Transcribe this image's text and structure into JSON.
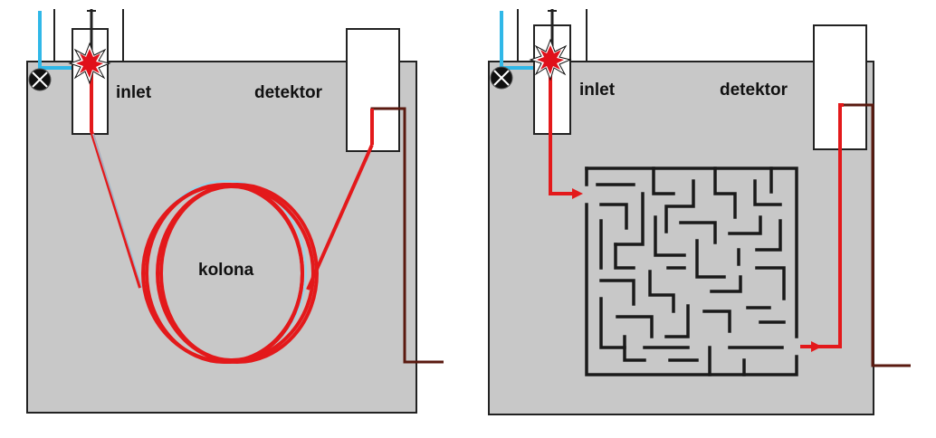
{
  "left_panel": {
    "inlet_label": "inlet",
    "detector_label": "detektor",
    "column_label": "kolona"
  },
  "right_panel": {
    "inlet_label": "inlet",
    "detector_label": "detektor"
  },
  "colors": {
    "oven": "#c8c8c8",
    "column_red": "#e3191b",
    "gas_line": "#30b8e8",
    "detector_line": "#5a1a10",
    "explosion": "#e0101a"
  },
  "icons": {
    "valve": "valve-icon",
    "injection": "explosion-icon"
  }
}
